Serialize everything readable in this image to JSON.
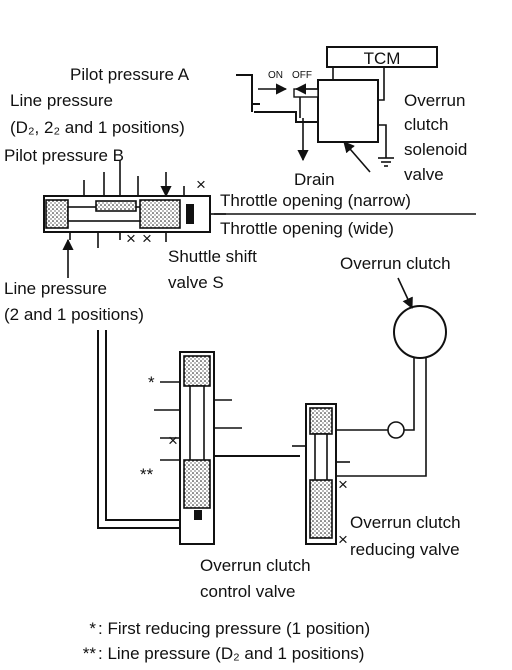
{
  "labels": {
    "tcm": "TCM",
    "pilot_a": "Pilot pressure A",
    "on": "ON",
    "off": "OFF",
    "line_pressure_top": "Line pressure",
    "positions_d2": "(D₂, 2₂ and 1 positions)",
    "pilot_b": "Pilot pressure B",
    "overrun_sol_1": "Overrun",
    "overrun_sol_2": "clutch",
    "overrun_sol_3": "solenoid",
    "overrun_sol_4": "valve",
    "drain": "Drain",
    "throttle_narrow": "Throttle opening (narrow)",
    "throttle_wide": "Throttle opening (wide)",
    "shuttle_1": "Shuttle shift",
    "shuttle_2": "valve S",
    "line_pressure_left": "Line pressure",
    "positions_21": "(2 and 1 positions)",
    "overrun_clutch": "Overrun clutch",
    "reducing_1": "Overrun clutch",
    "reducing_2": "reducing valve",
    "control_1": "Overrun clutch",
    "control_2": "control valve",
    "star": "*",
    "double_star": "**",
    "x_mark": "×"
  },
  "legend": [
    {
      "symbol": "*",
      "text": ": First reducing pressure (1 position)"
    },
    {
      "symbol": "**",
      "text": ": Line pressure (D₂ and 1 positions)"
    }
  ]
}
